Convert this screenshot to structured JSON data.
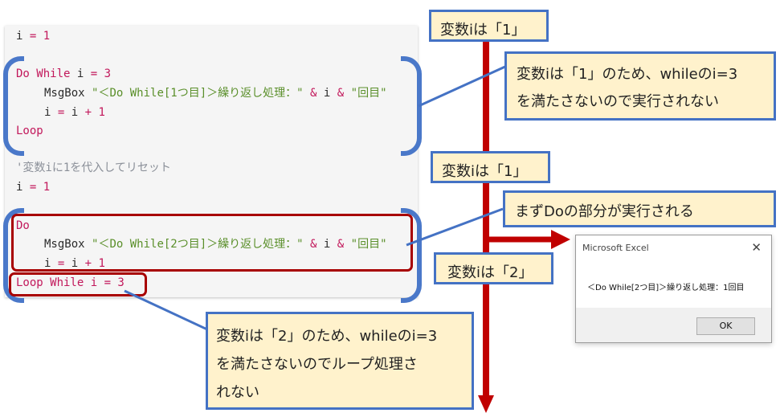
{
  "code": {
    "line1": "i = 1",
    "line2": "Do While i = 3",
    "line3": "MsgBox \"<Do While[1つ目]>繰り返し処理：\" & i & \"回目\"",
    "line4": "i = i + 1",
    "line5": "Loop",
    "line6": "'変数iに1を代入してリセット",
    "line7": "i = 1",
    "line8": "Do",
    "line9": "MsgBox \"<Do While[2つ目]>繰り返し処理：\" & i & \"回目\"",
    "line10": "i = i + 1",
    "line11": "Loop While i = 3"
  },
  "callouts": {
    "var_i_1_top": "変数iは「1」",
    "note_while_false": "変数iは「1」のため、whileのi=3\nを満たさないので実行されない",
    "var_i_1_mid": "変数iは「1」",
    "note_do_first": "まずDoの部分が実行される",
    "var_i_2": "変数iは「2」",
    "note_loop_false": "変数iは「2」のため、whileのi=3\nを満たさないのでループ処理さ\nれない"
  },
  "dialog": {
    "title": "Microsoft Excel",
    "message": "＜Do While[2つ目]＞繰り返し処理：1回目",
    "ok_label": "OK"
  },
  "colors": {
    "accent_blue": "#4472c4",
    "bracket_blue": "#4a78c9",
    "arrow_red": "#c00000",
    "callout_fill": "#fff2cc"
  }
}
